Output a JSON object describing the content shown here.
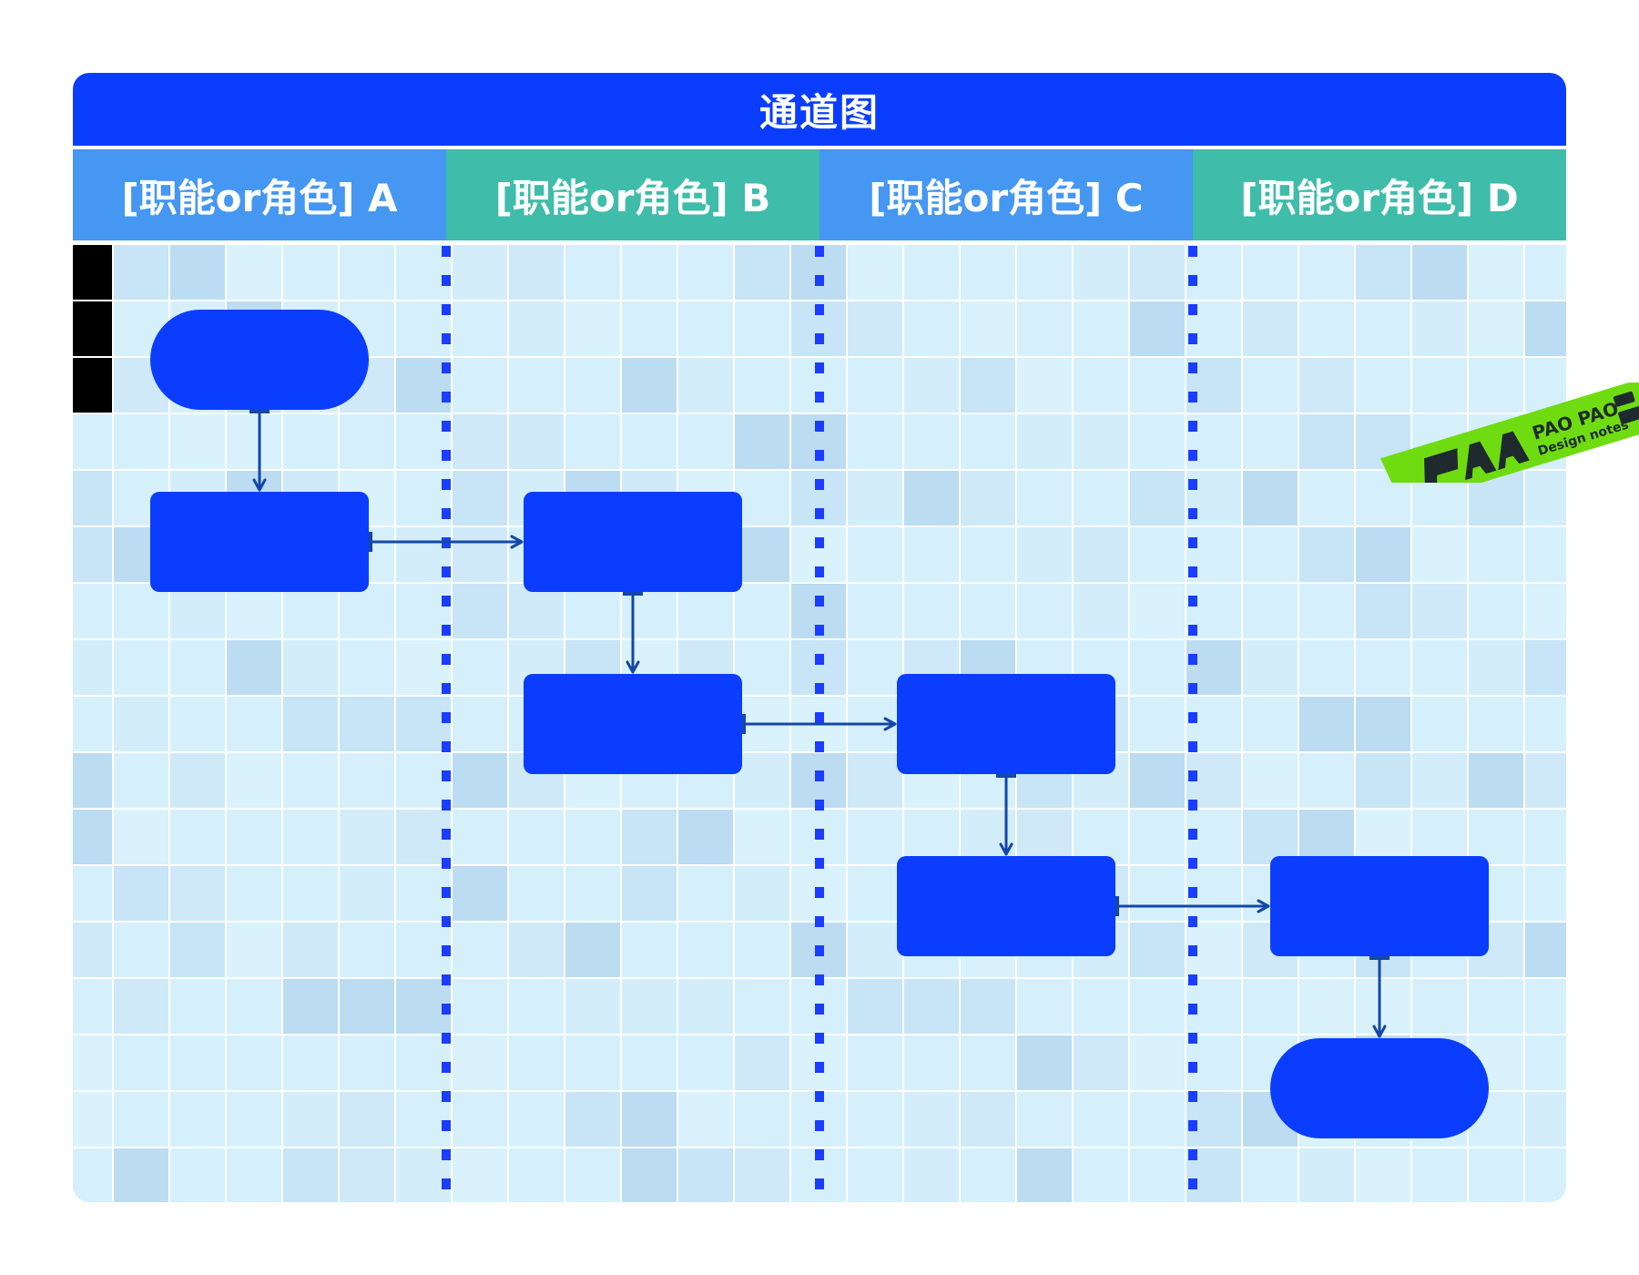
{
  "title": "通道图",
  "colors": {
    "title_bar": "#0a3dff",
    "lane_header_blue": "#4597f2",
    "lane_header_teal": "#3fbcaa",
    "node": "#0a3dff",
    "connector": "#1447a8",
    "divider": "#1a3dff",
    "grid_base": "#d6f0fb",
    "grid_line": "#ffffff",
    "badge": "#6fdc11",
    "badge_mark": "#1f2a2e"
  },
  "lanes": [
    {
      "label": "[职能or角色] A",
      "color": "lane_header_blue"
    },
    {
      "label": "[职能or角色] B",
      "color": "lane_header_teal"
    },
    {
      "label": "[职能or角色] C",
      "color": "lane_header_blue"
    },
    {
      "label": "[职能or角色] D",
      "color": "lane_header_teal"
    }
  ],
  "nodes": [
    {
      "id": "start",
      "shape": "terminal",
      "lane": 0,
      "step": 0,
      "label": ""
    },
    {
      "id": "a1",
      "shape": "process",
      "lane": 0,
      "step": 1,
      "label": ""
    },
    {
      "id": "b1",
      "shape": "process",
      "lane": 1,
      "step": 1,
      "label": ""
    },
    {
      "id": "b2",
      "shape": "process",
      "lane": 1,
      "step": 2,
      "label": ""
    },
    {
      "id": "c1",
      "shape": "process",
      "lane": 2,
      "step": 2,
      "label": ""
    },
    {
      "id": "c2",
      "shape": "process",
      "lane": 2,
      "step": 3,
      "label": ""
    },
    {
      "id": "d1",
      "shape": "process",
      "lane": 3,
      "step": 3,
      "label": ""
    },
    {
      "id": "end",
      "shape": "terminal",
      "lane": 3,
      "step": 4,
      "label": ""
    }
  ],
  "edges": [
    {
      "from": "start",
      "to": "a1"
    },
    {
      "from": "a1",
      "to": "b1"
    },
    {
      "from": "b1",
      "to": "b2"
    },
    {
      "from": "b2",
      "to": "c1"
    },
    {
      "from": "c1",
      "to": "c2"
    },
    {
      "from": "c2",
      "to": "d1"
    },
    {
      "from": "d1",
      "to": "end"
    }
  ],
  "badge": {
    "line1": "PAO PAO",
    "line2": "Design notes",
    "icon": "pao-pao-logo-icon"
  }
}
